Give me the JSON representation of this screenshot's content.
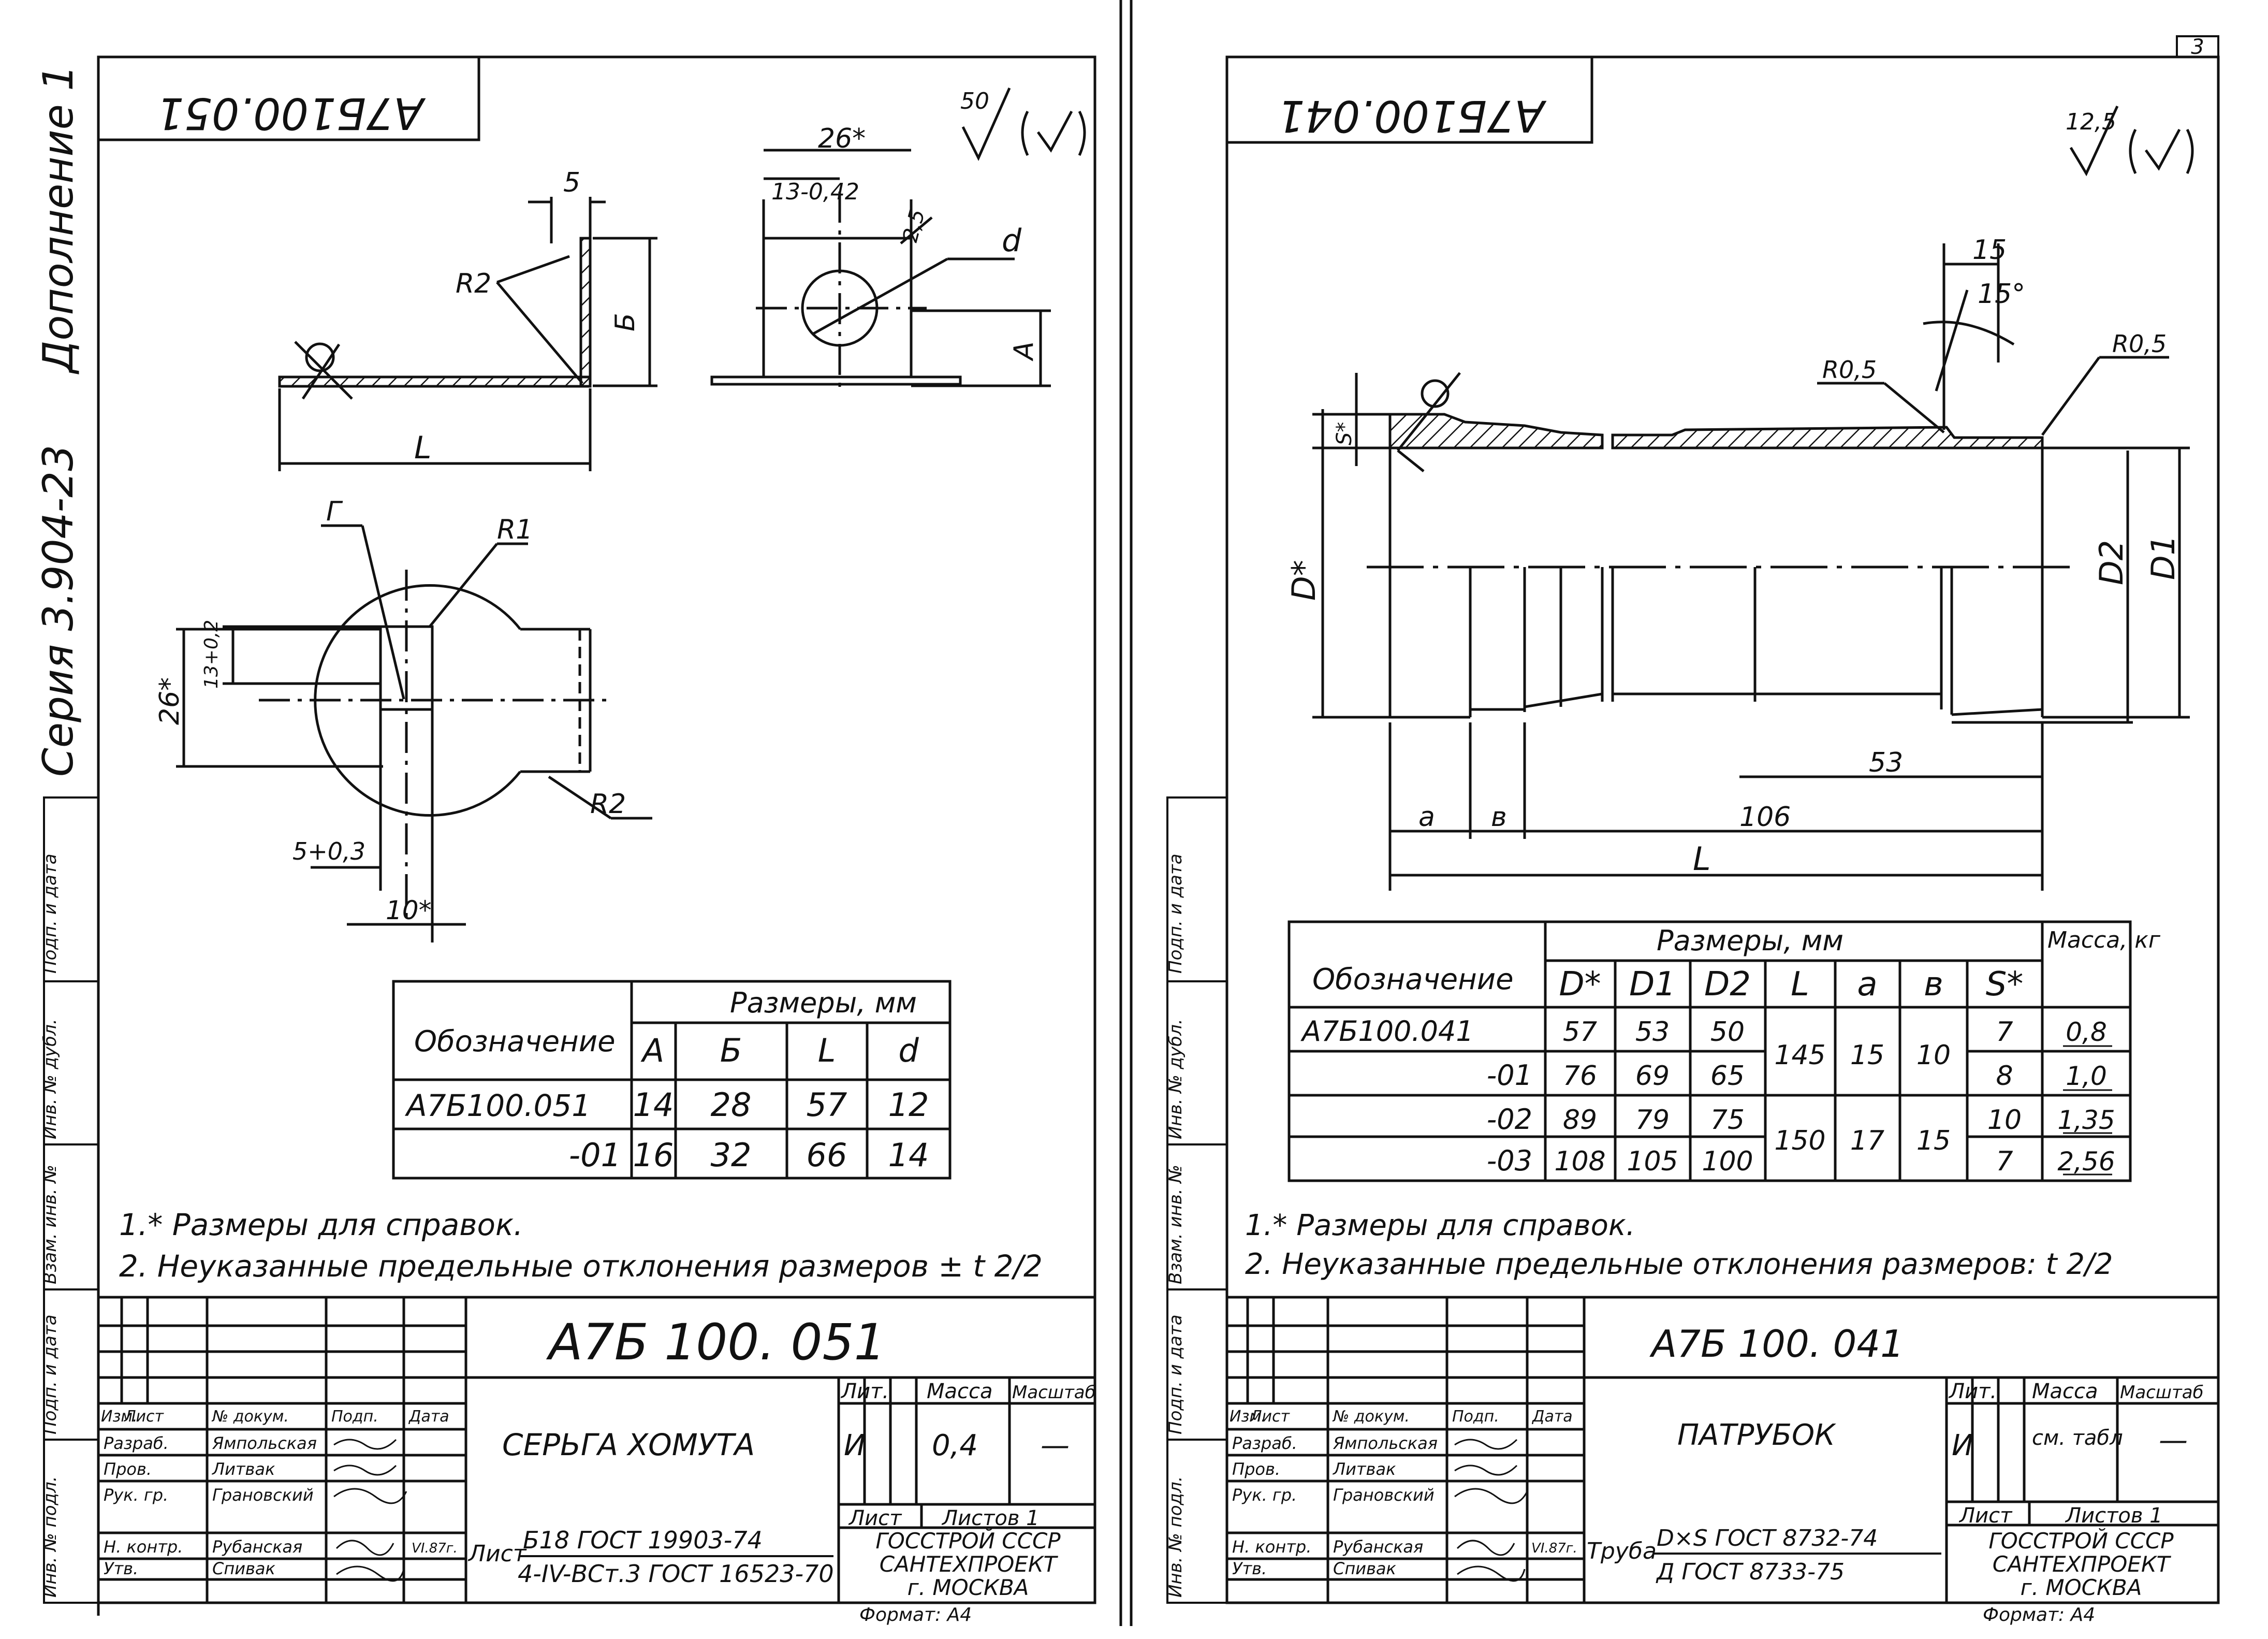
{
  "page": {
    "number": "3"
  },
  "margin": {
    "series": "Серия 3.904-23",
    "supplement": "Дополнение 1",
    "stamp_fields": [
      "Подп. и дата",
      "Инв. № дубл.",
      "Взам. инв. №",
      "Подп. и дата",
      "Инв. № подл."
    ]
  },
  "left_sheet": {
    "corner_code": "А7Б100.051",
    "roughness": "50",
    "dims": {
      "five": "5",
      "R2": "R2",
      "B": "Б",
      "L": "L",
      "width26": "26*",
      "hole_off": "13-0,42",
      "chamfer": "2,5",
      "d": "d",
      "A": "А",
      "r_gamma": "Г",
      "R1": "R1",
      "h26": "26*",
      "slot": "13+0,2",
      "R2b": "R2",
      "slot5": "5+0,3",
      "ten": "10*"
    },
    "table": {
      "header_name": "Обозначение",
      "header_group": "Размеры, мм",
      "columns": [
        "А",
        "Б",
        "L",
        "d"
      ],
      "rows": [
        {
          "name": "А7Б100.051",
          "values": [
            "14",
            "28",
            "57",
            "12"
          ]
        },
        {
          "name": "-01",
          "values": [
            "16",
            "32",
            "66",
            "14"
          ]
        }
      ]
    },
    "notes": [
      "1.* Размеры для справок.",
      "2. Неуказанные предельные отклонения размеров ± t 2/2"
    ],
    "title_block": {
      "designation": "А7Б 100. 051",
      "name": "СЕРЬГА ХОМУТА",
      "col_headers": [
        "Изм.",
        "Лист",
        "№ докум.",
        "Подп.",
        "Дата"
      ],
      "roles": [
        "Разраб.",
        "Пров.",
        "Рук. гр.",
        "",
        "Н. контр.",
        "Утв."
      ],
      "people": [
        "Ямпольская",
        "Литвак",
        "Грановский",
        "",
        "Рубанская",
        "Спивак"
      ],
      "date": "VI.87г.",
      "lit_label": "Лит.",
      "lit_value": "И",
      "mass_label": "Масса",
      "mass_value": "0,4",
      "scale_label": "Масштаб",
      "scale_value": "—",
      "sheet_label": "Лист",
      "sheets_label": "Листов 1",
      "material_prefix": "Лист",
      "material_top": "Б18 ГОСТ 19903-74",
      "material_bottom": "4-IV-ВСт.3 ГОСТ 16523-70",
      "org": [
        "ГОССТРОЙ СССР",
        "САНТЕХПРОЕКТ",
        "г. МОСКВА"
      ],
      "format": "Формат: А4"
    }
  },
  "right_sheet": {
    "corner_code": "А7Б100.041",
    "roughness": "12,5",
    "dims": {
      "fifteen": "15",
      "angle": "15°",
      "R05a": "R0,5",
      "R05b": "R0,5",
      "S": "S*",
      "D": "D*",
      "D2": "D2",
      "D1": "D1",
      "d53": "53",
      "a": "a",
      "v": "в",
      "d106": "106",
      "L": "L"
    },
    "table": {
      "header_name": "Обозначение",
      "header_group": "Размеры, мм",
      "header_mass": "Масса, кг",
      "columns": [
        "D*",
        "D1",
        "D2",
        "L",
        "a",
        "в",
        "S*"
      ],
      "rows": [
        {
          "name": "А7Б100.041",
          "D": "57",
          "D1": "53",
          "D2": "50",
          "S": "7",
          "mass": "0,8"
        },
        {
          "name": "-01",
          "D": "76",
          "D1": "69",
          "D2": "65",
          "S": "8",
          "mass": "1,0"
        },
        {
          "name": "-02",
          "D": "89",
          "D1": "79",
          "D2": "75",
          "S": "10",
          "mass": "1,35"
        },
        {
          "name": "-03",
          "D": "108",
          "D1": "105",
          "D2": "100",
          "S": "7",
          "mass": "2,56"
        }
      ],
      "merged": [
        {
          "L": "145",
          "a": "15",
          "v": "10"
        },
        {
          "L": "150",
          "a": "17",
          "v": "15"
        }
      ]
    },
    "notes": [
      "1.* Размеры для справок.",
      "2. Неуказанные предельные отклонения размеров: t 2/2"
    ],
    "title_block": {
      "designation": "А7Б 100. 041",
      "name": "ПАТРУБОК",
      "col_headers": [
        "Изм.",
        "Лист",
        "№ докум.",
        "Подп.",
        "Дата"
      ],
      "roles": [
        "Разраб.",
        "Пров.",
        "Рук. гр.",
        "",
        "Н. контр.",
        "Утв."
      ],
      "people": [
        "Ямпольская",
        "Литвак",
        "Грановский",
        "",
        "Рубанская",
        "Спивак"
      ],
      "date": "VI.87г.",
      "lit_label": "Лит.",
      "lit_value": "И",
      "mass_label": "Масса",
      "mass_value": "см. табл",
      "scale_label": "Масштаб",
      "scale_value": "—",
      "sheet_label": "Лист",
      "sheets_label": "Листов 1",
      "material_prefix": "Труба",
      "material_top": "D×S ГОСТ 8732-74",
      "material_bottom": "Д ГОСТ 8733-75",
      "org": [
        "ГОССТРОЙ СССР",
        "САНТЕХПРОЕКТ",
        "г. МОСКВА"
      ],
      "format": "Формат: А4"
    }
  }
}
